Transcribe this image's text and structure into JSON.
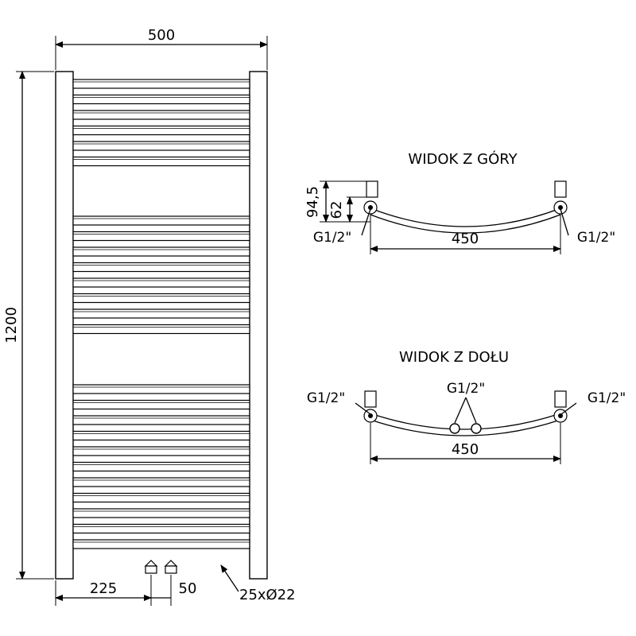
{
  "front_view": {
    "width_label": "500",
    "height_label": "1200",
    "offset_label": "225",
    "spacing_label": "50",
    "tubes_label": "25xØ22"
  },
  "top_view": {
    "title": "WIDOK Z GÓRY",
    "depth_total_label": "94,5",
    "depth_pipe_label": "62",
    "left_conn_label": "G1/2\"",
    "right_conn_label": "G1/2\"",
    "width_label": "450"
  },
  "bottom_view": {
    "title": "WIDOK Z DOŁU",
    "left_conn_label": "G1/2\"",
    "center_conn_label": "G1/2\"",
    "right_conn_label": "G1/2\"",
    "width_label": "450"
  }
}
